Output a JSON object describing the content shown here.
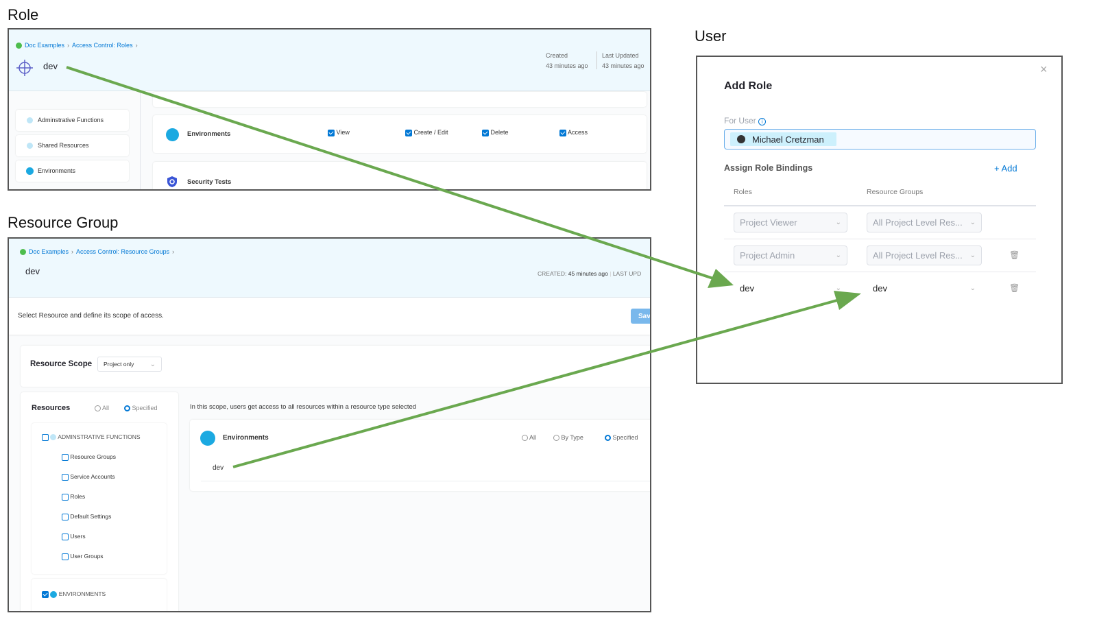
{
  "sections": {
    "role": "Role",
    "resource_group": "Resource Group",
    "user": "User"
  },
  "role_panel": {
    "breadcrumb": [
      "Doc Examples",
      "Access Control: Roles"
    ],
    "name": "dev",
    "created_label": "Created",
    "created_value": "43 minutes ago",
    "updated_label": "Last Updated",
    "updated_value": "43 minutes ago",
    "sidebar": [
      {
        "label": "Adminstrative Functions"
      },
      {
        "label": "Shared Resources"
      },
      {
        "label": "Environments"
      }
    ],
    "environments": {
      "label": "Environments",
      "permissions": [
        {
          "label": "View",
          "checked": true
        },
        {
          "label": "Create / Edit",
          "checked": true
        },
        {
          "label": "Delete",
          "checked": true
        },
        {
          "label": "Access",
          "checked": true
        }
      ]
    },
    "security_tests": "Security Tests"
  },
  "rg_panel": {
    "breadcrumb": [
      "Doc Examples",
      "Access Control: Resource Groups"
    ],
    "name": "dev",
    "created_label": "CREATED:",
    "created_value": "45 minutes ago",
    "last_updated_label": "LAST UPD",
    "instruction": "Select Resource and define its scope of access.",
    "save_label": "Sav",
    "scope_label": "Resource Scope",
    "scope_value": "Project only",
    "resources_label": "Resources",
    "radio_all": "All",
    "radio_specified": "Specified",
    "admin_group": "ADMINSTRATIVE FUNCTIONS",
    "admin_items": [
      "Resource Groups",
      "Service Accounts",
      "Roles",
      "Default Settings",
      "Users",
      "User Groups"
    ],
    "env_group": "ENVIRONMENTS",
    "scope_note": "In this scope, users get access to all resources within a resource type selected",
    "env_card": {
      "label": "Environments",
      "opt_all": "All",
      "opt_bytype": "By Type",
      "opt_specified": "Specified",
      "selected": "Specified",
      "item": "dev"
    }
  },
  "user_panel": {
    "title": "Add Role",
    "for_user_label": "For User",
    "user_name": "Michael Cretzman",
    "assign_label": "Assign Role Bindings",
    "add_label": "+ Add",
    "col_roles": "Roles",
    "col_rg": "Resource Groups",
    "rows": [
      {
        "role": "Project Viewer",
        "rg": "All Project Level Res..."
      },
      {
        "role": "Project Admin",
        "rg": "All Project Level Res..."
      },
      {
        "role": "dev",
        "rg": "dev"
      }
    ]
  },
  "colors": {
    "accent": "#0278d5",
    "arrow": "#6aa84f",
    "header_bg": "#eef9fe"
  }
}
